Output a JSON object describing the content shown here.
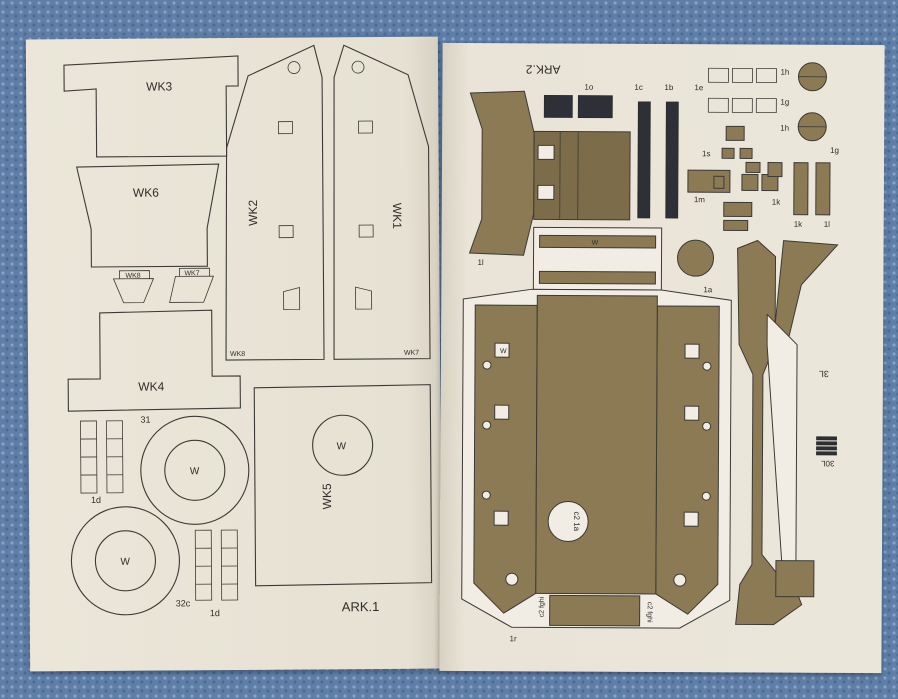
{
  "sheet_left": {
    "sheet_label": "ARK.1",
    "parts": {
      "wk3": "WK3",
      "wk6": "WK6",
      "wk2": "WK2",
      "wk1": "WK1",
      "wk4": "WK4",
      "wk5": "WK5",
      "wk7": "WK7",
      "wk8": "WK8",
      "p31": "31",
      "p32c": "32c",
      "p1d_a": "1d",
      "p1d_b": "1d",
      "w": "W"
    }
  },
  "sheet_right": {
    "sheet_label": "ARK.2",
    "parts": {
      "p1a": "1a",
      "p1b": "1b",
      "p1c": "1c",
      "p1e": "1e",
      "p1g": "1g",
      "p1h": "1h",
      "p1k": "1k",
      "p1l": "1l",
      "p1m": "1m",
      "p1o": "1o",
      "p1s": "1s",
      "p3l": "3L",
      "p30l": "30L",
      "p1r": "1r",
      "c2_1a": "c2 1a",
      "c2_fghi_a": "c2 fghi",
      "c2_fghi_b": "c2 fghi",
      "w": "W"
    }
  }
}
